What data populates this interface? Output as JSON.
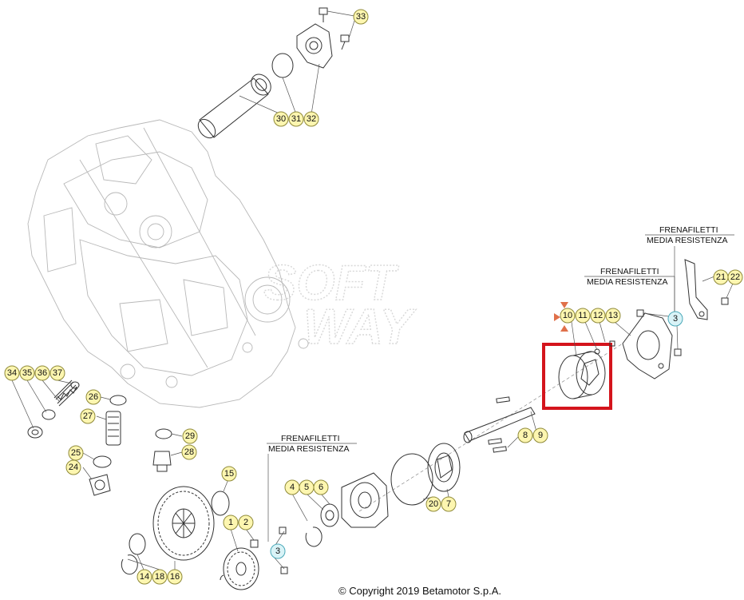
{
  "callouts": {
    "c33": "33",
    "c30": "30",
    "c31": "31",
    "c32": "32",
    "c34": "34",
    "c35": "35",
    "c36": "36",
    "c37": "37",
    "c26": "26",
    "c27": "27",
    "c25": "25",
    "c24": "24",
    "c29": "29",
    "c28": "28",
    "c15": "15",
    "c1": "1",
    "c2": "2",
    "c14": "14",
    "c18": "18",
    "c16": "16",
    "c3a": "3",
    "c4": "4",
    "c5": "5",
    "c6": "6",
    "c20": "20",
    "c7": "7",
    "c8": "8",
    "c9": "9",
    "c10": "10",
    "c11": "11",
    "c12": "12",
    "c13": "13",
    "c3b": "3",
    "c21": "21",
    "c22": "22"
  },
  "notes": {
    "note1": {
      "line1": "FRENAFILETTI",
      "line2": "MEDIA RESISTENZA"
    },
    "note2": {
      "line1": "FRENAFILETTI",
      "line2": "MEDIA RESISTENZA"
    },
    "note3": {
      "line1": "FRENAFILETTI",
      "line2": "MEDIA RESISTENZA"
    }
  },
  "watermark": {
    "line1": "SOFT",
    "line2": "WAY"
  },
  "copyright": "© Copyright 2019 Betamotor S.p.A.",
  "highlight_color": "#d4141c",
  "marker_color": "#e0704a"
}
